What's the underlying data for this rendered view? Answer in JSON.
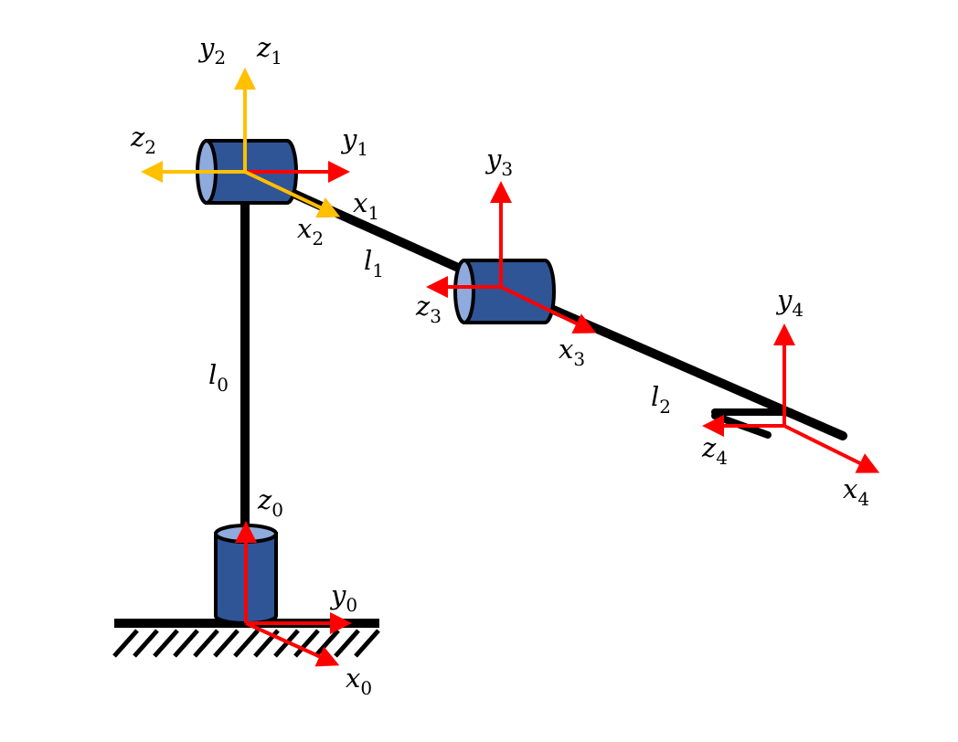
{
  "colors": {
    "link": "#000000",
    "joint_fill": "#2F5597",
    "joint_cap": "#8FAADC",
    "red_axis": "#FF0000",
    "yellow_axis": "#FFC000",
    "background": "#FFFFFF"
  },
  "labels": {
    "l0": {
      "base": "l",
      "sub": "0"
    },
    "l1": {
      "base": "l",
      "sub": "1"
    },
    "l2": {
      "base": "l",
      "sub": "2"
    },
    "x0": {
      "base": "x",
      "sub": "0"
    },
    "y0": {
      "base": "y",
      "sub": "0"
    },
    "z0": {
      "base": "z",
      "sub": "0"
    },
    "x1": {
      "base": "x",
      "sub": "1"
    },
    "y1": {
      "base": "y",
      "sub": "1"
    },
    "z1": {
      "base": "z",
      "sub": "1"
    },
    "x2": {
      "base": "x",
      "sub": "2"
    },
    "y2": {
      "base": "y",
      "sub": "2"
    },
    "z2": {
      "base": "z",
      "sub": "2"
    },
    "x3": {
      "base": "x",
      "sub": "3"
    },
    "y3": {
      "base": "y",
      "sub": "3"
    },
    "z3": {
      "base": "z",
      "sub": "3"
    },
    "x4": {
      "base": "x",
      "sub": "4"
    },
    "y4": {
      "base": "y",
      "sub": "4"
    },
    "z4": {
      "base": "z",
      "sub": "4"
    }
  }
}
